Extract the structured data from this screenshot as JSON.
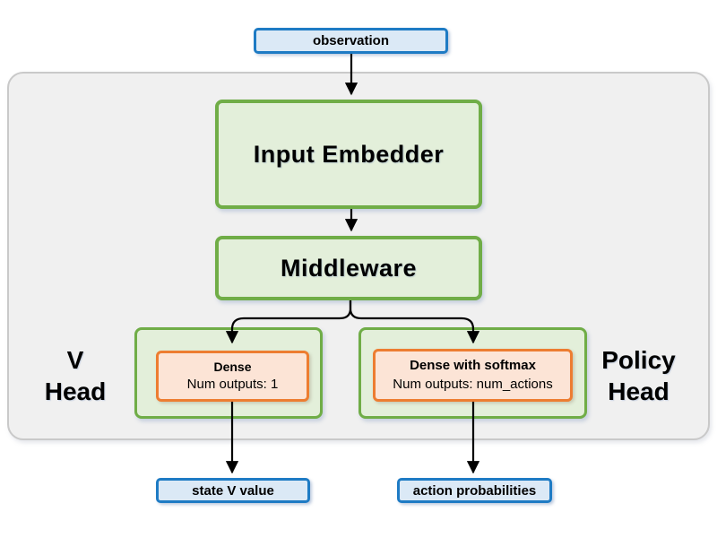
{
  "colors": {
    "canvas-bg": "#ffffff",
    "container-bg": "#f0f0f0",
    "container-border": "#c9c9c9",
    "io-fill": "#dbe9f6",
    "io-border": "#1e7bc4",
    "stage-fill": "#e3efda",
    "stage-border": "#70ad47",
    "dense-fill": "#fce4d6",
    "dense-border": "#ed7d31",
    "arrow": "#000000",
    "text": "#000000"
  },
  "nodes": {
    "observation": "observation",
    "input_embedder": "Input Embedder",
    "middleware": "Middleware",
    "v_head": {
      "line1": "V",
      "line2": "Head",
      "dense_title": "Dense",
      "dense_subtitle": "Num outputs: 1"
    },
    "policy_head": {
      "line1": "Policy",
      "line2": "Head",
      "dense_title": "Dense with softmax",
      "dense_subtitle": "Num outputs: num_actions"
    },
    "state_v_value": "state V value",
    "action_probabilities": "action probabilities"
  }
}
